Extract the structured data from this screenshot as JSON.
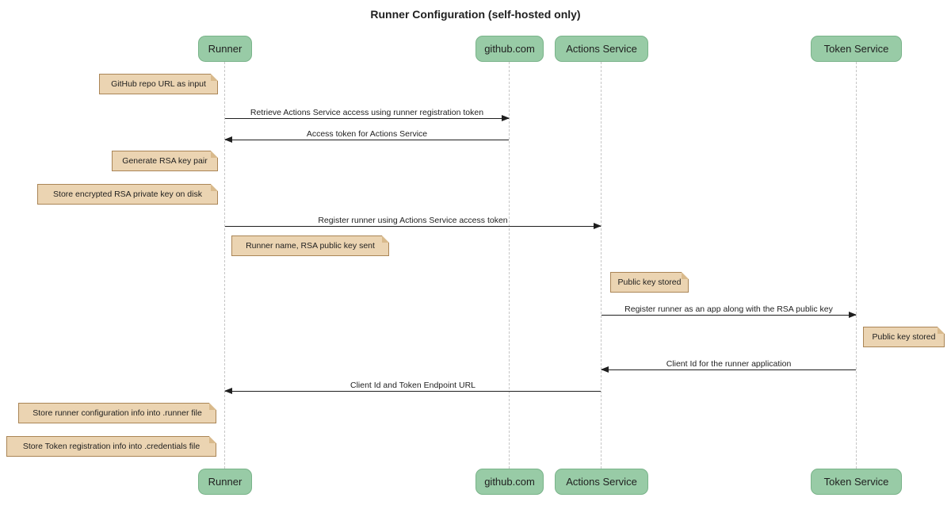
{
  "title": "Runner Configuration (self-hosted only)",
  "participants": [
    {
      "label": "Runner"
    },
    {
      "label": "github.com"
    },
    {
      "label": "Actions Service"
    },
    {
      "label": "Token Service"
    }
  ],
  "messages": [
    {
      "text": "Retrieve Actions Service access using runner registration token",
      "from": "Runner",
      "to": "github.com"
    },
    {
      "text": "Access token for Actions Service",
      "from": "github.com",
      "to": "Runner"
    },
    {
      "text": "Register runner using Actions Service access token",
      "from": "Runner",
      "to": "Actions Service"
    },
    {
      "text": "Register runner as an app along with the RSA public key",
      "from": "Actions Service",
      "to": "Token Service"
    },
    {
      "text": "Client Id for the runner application",
      "from": "Token Service",
      "to": "Actions Service"
    },
    {
      "text": "Client Id and Token Endpoint URL",
      "from": "Actions Service",
      "to": "Runner"
    }
  ],
  "notes": [
    {
      "text": "GitHub repo URL as input",
      "anchor": "Runner",
      "side": "left"
    },
    {
      "text": "Generate RSA key pair",
      "anchor": "Runner",
      "side": "left"
    },
    {
      "text": "Store encrypted RSA private key on disk",
      "anchor": "Runner",
      "side": "left"
    },
    {
      "text": "Runner name, RSA public key sent",
      "anchor": "Runner",
      "side": "right"
    },
    {
      "text": "Public key stored",
      "anchor": "Actions Service",
      "side": "right"
    },
    {
      "text": "Public key stored",
      "anchor": "Token Service",
      "side": "right"
    },
    {
      "text": "Store runner configuration info into .runner file",
      "anchor": "Runner",
      "side": "left"
    },
    {
      "text": "Store Token registration info into .credentials file",
      "anchor": "Runner",
      "side": "left"
    }
  ],
  "colors": {
    "participant-fill": "#98cba6",
    "participant-border": "#79b389",
    "note-fill": "#ebd4b2",
    "note-border": "#aa8556",
    "note-fold": "#d9ba8c",
    "lifeline": "#c6c6c6",
    "line": "#1f1f1f",
    "text": "#1f1f1f",
    "background": "#ffffff"
  }
}
